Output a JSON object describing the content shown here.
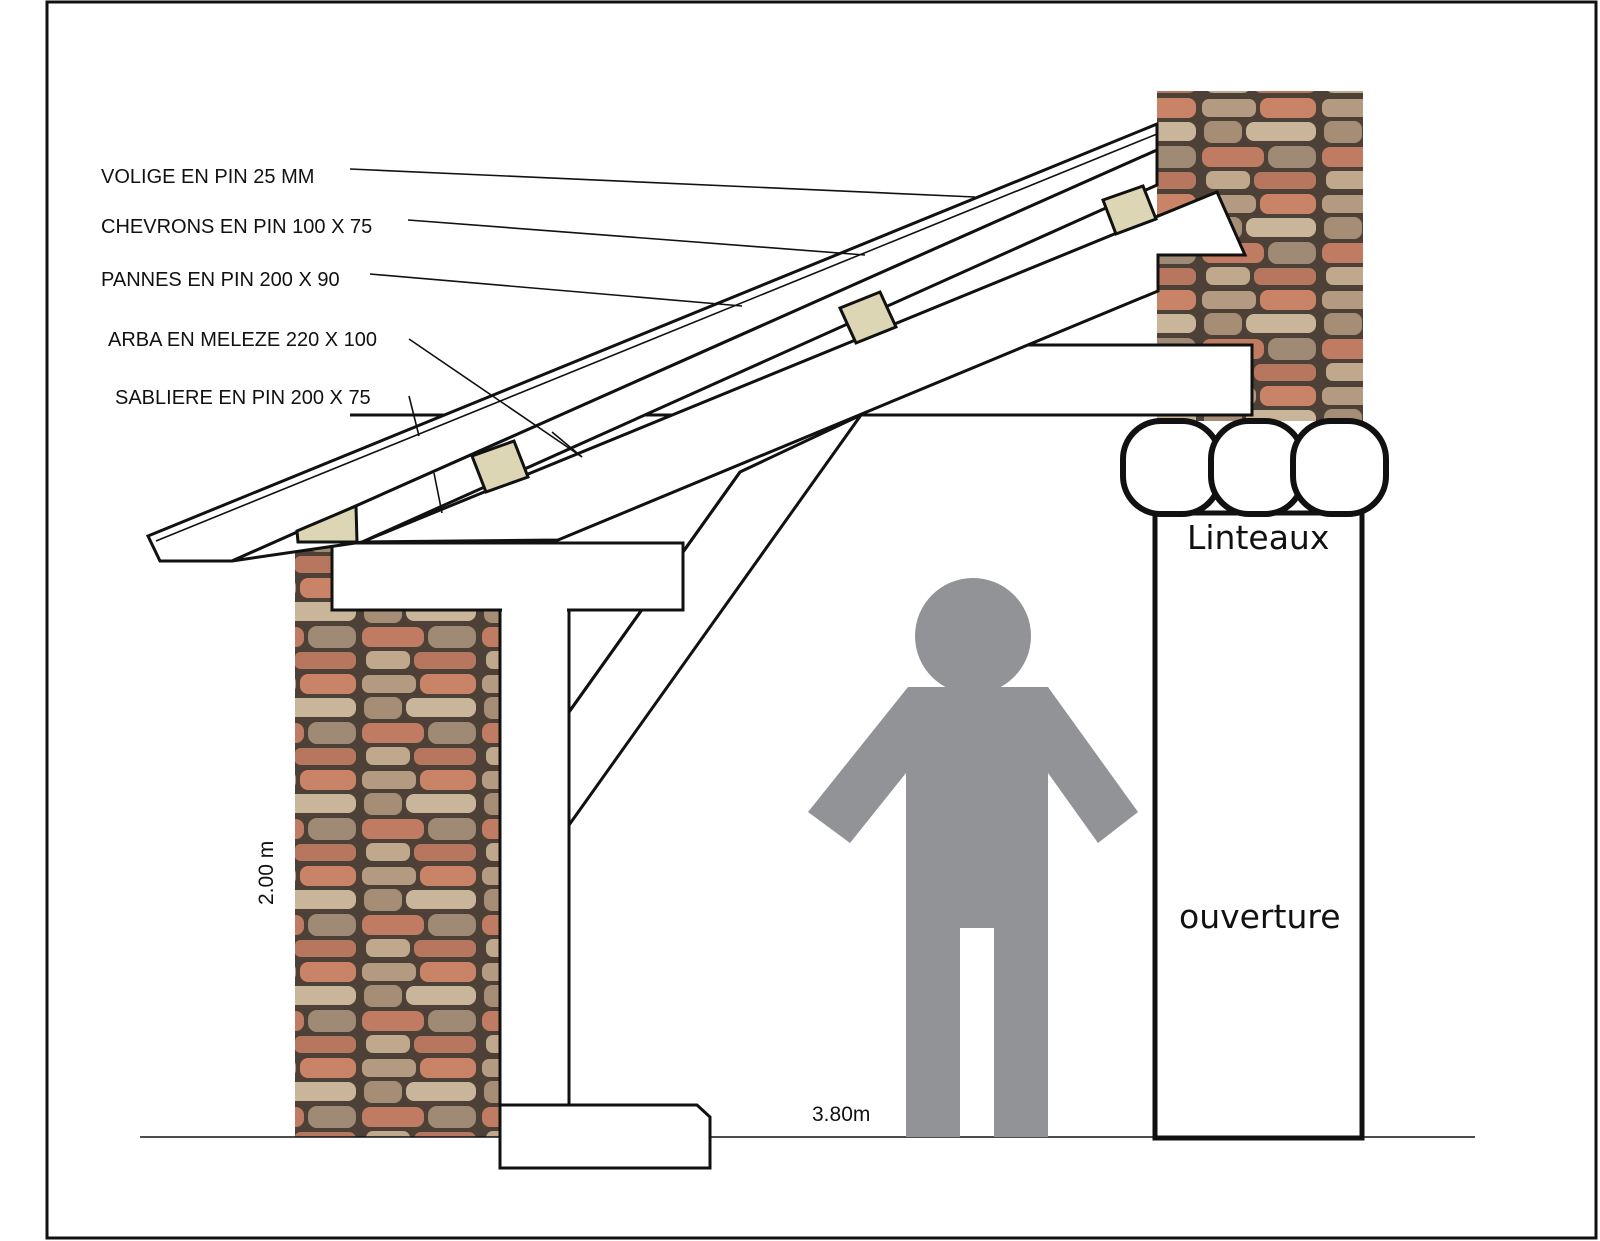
{
  "labels": {
    "volige": "VOLIGE EN PIN 25 MM",
    "chevrons": "CHEVRONS  EN PIN 100 X 75",
    "pannes": "PANNES EN PIN  200 X 90",
    "arba": "ARBA EN MELEZE 220 X 100",
    "sabliere": "SABLIERE EN PIN 200 X 75",
    "linteaux": "Linteaux",
    "ouverture": "ouverture",
    "height": "2.00 m",
    "width": "3.80m"
  },
  "colors": {
    "stone_base": "#a4826a",
    "stone_light": "#c9b59a",
    "stone_red": "#c98468",
    "stone_dark": "#55473c",
    "person": "#929396",
    "purlin_block": "#dcd6b4",
    "line": "#111111"
  }
}
